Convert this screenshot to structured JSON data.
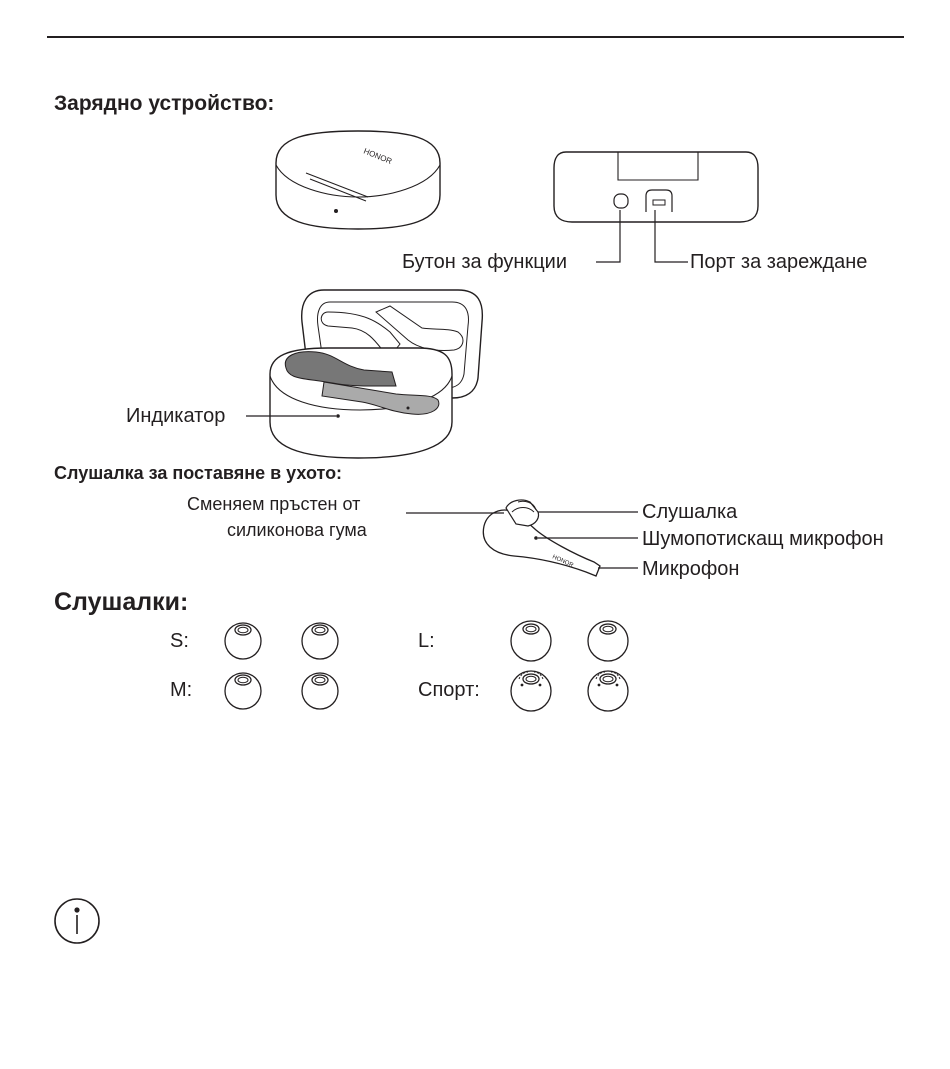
{
  "charger": {
    "heading": "Зарядно устройство:",
    "brand": "HONOR",
    "function_button_label": "Бутон за функции",
    "charging_port_label": "Порт за зареждане",
    "indicator_label": "Индикатор"
  },
  "earbud": {
    "heading": "Слушалка за поставяне в ухото:",
    "ring_label_line1": "Сменяем пръстен от",
    "ring_label_line2": "силиконова гума",
    "earpiece_label": "Слушалка",
    "noise_mic_label": "Шумопотискащ микрофон",
    "mic_label": "Микрофон",
    "brand": "HONOR"
  },
  "eartips": {
    "heading": "Слушалки:",
    "size_s": "S:",
    "size_m": "M:",
    "size_l": "L:",
    "size_sport": "Спорт:"
  }
}
